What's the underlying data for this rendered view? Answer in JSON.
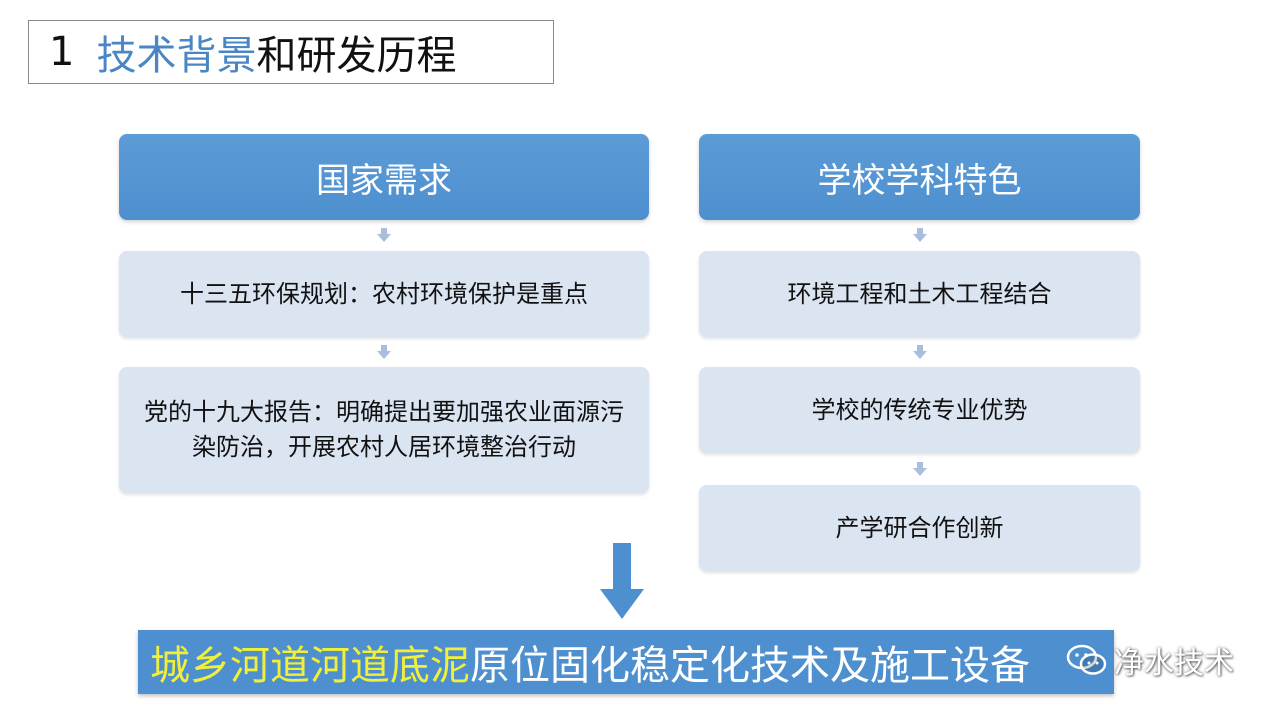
{
  "title": {
    "number": "1",
    "highlight": "技术背景",
    "rest": "和研发历程"
  },
  "left_column": {
    "header": "国家需求",
    "items": [
      "十三五环保规划：农村环境保护是重点",
      "党的十九大报告：明确提出要加强农业面源污染防治，开展农村人居环境整治行动"
    ]
  },
  "right_column": {
    "header": "学校学科特色",
    "items": [
      "环境工程和土木工程结合",
      "学校的传统专业优势",
      "产学研合作创新"
    ]
  },
  "banner": {
    "highlight": "城乡河道河道底泥",
    "rest": "原位固化稳定化技术及施工设备"
  },
  "watermark": {
    "text": "净水技术",
    "icon": "wechat-icon"
  },
  "colors": {
    "header_blue": "#5b9bd6",
    "box_light": "#dbe4f1",
    "arrow_gray": "#a9bedc",
    "title_accent": "#4a86c5",
    "banner_yellow": "#f0f03a"
  }
}
